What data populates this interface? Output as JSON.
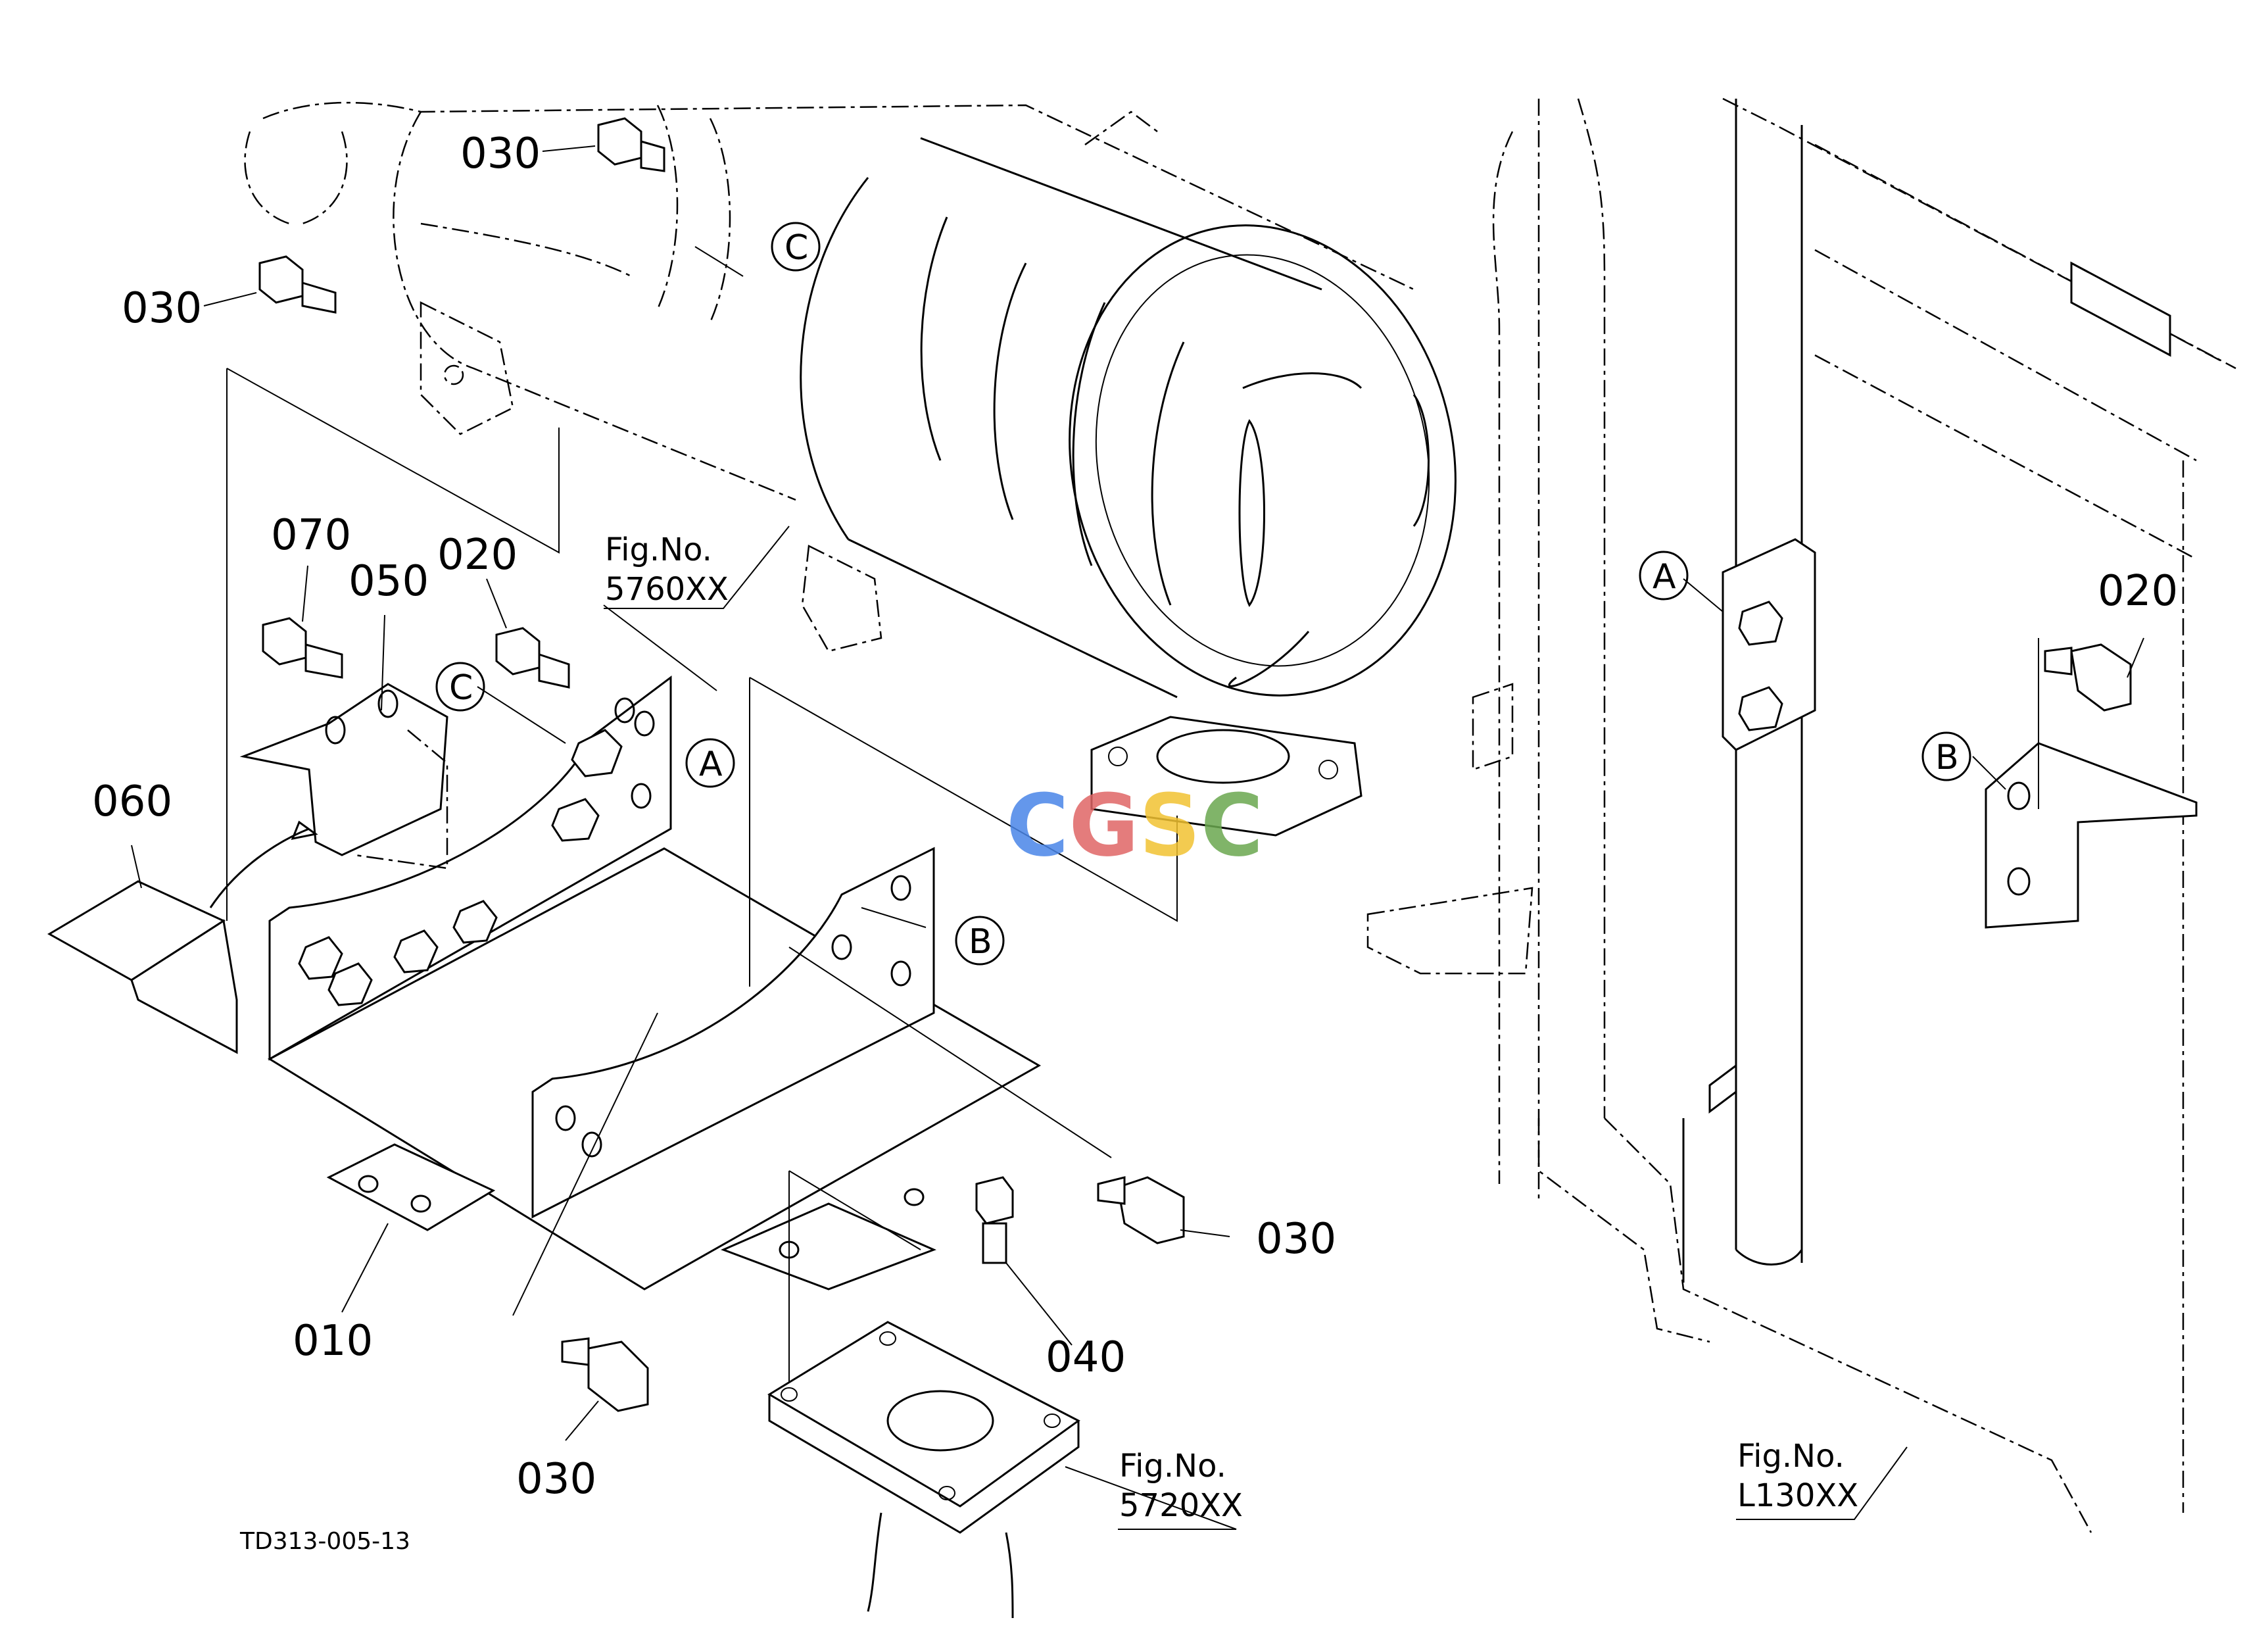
{
  "diagram": {
    "part_numbers": {
      "p030_top": "030",
      "p030_left": "030",
      "p070": "070",
      "p050": "050",
      "p020_left": "020",
      "p060": "060",
      "p010": "010",
      "p030_bottom": "030",
      "p040": "040",
      "p030_right": "030",
      "p020_right": "020"
    },
    "figure_refs": {
      "fig5760": {
        "line1": "Fig.No.",
        "line2": "5760XX"
      },
      "fig5720": {
        "line1": "Fig.No.",
        "line2": "5720XX"
      },
      "figL130": {
        "line1": "Fig.No.",
        "line2": "L130XX"
      }
    },
    "callout_letters": {
      "c_top": "C",
      "c_mid": "C",
      "a_left": "A",
      "b_left": "B",
      "a_right": "A",
      "b_right": "B"
    },
    "drawing_code": "TD313-005-13",
    "watermark": {
      "text": "CGSC",
      "colors": [
        "#4a86e8",
        "#e06666",
        "#f1c232",
        "#6aa84f"
      ]
    }
  }
}
